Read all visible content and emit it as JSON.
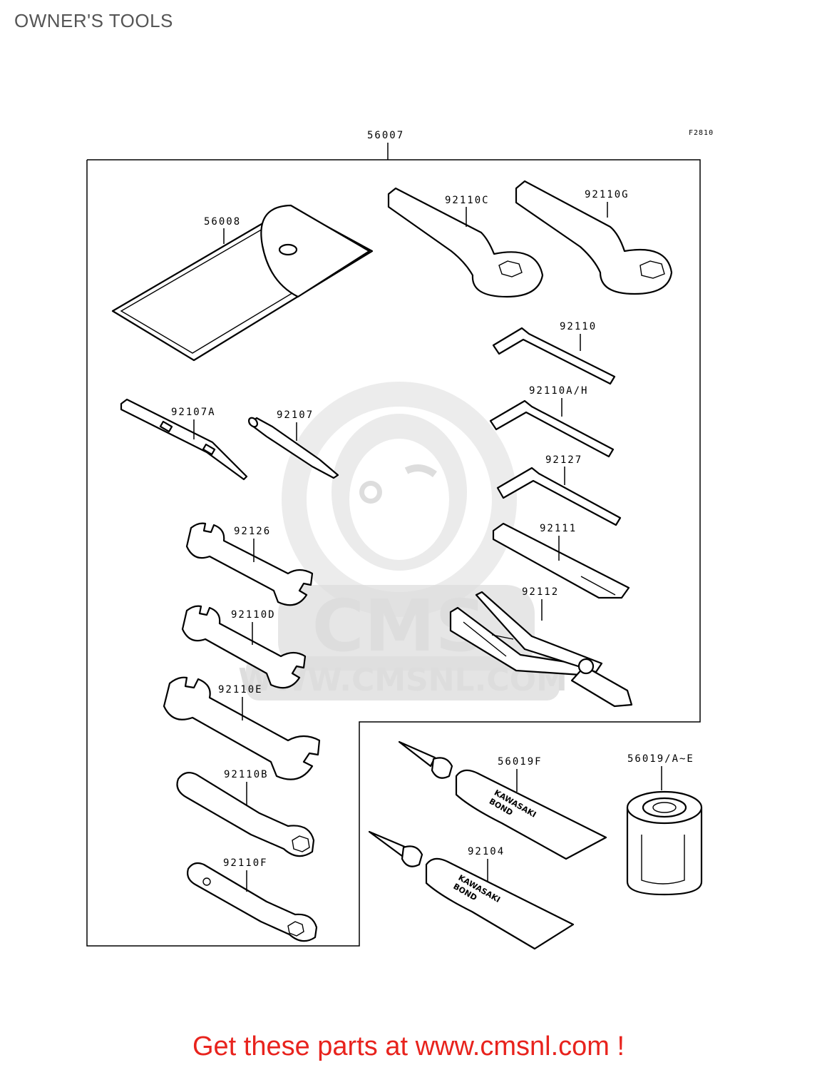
{
  "page": {
    "title": "OWNER'S TOOLS",
    "footer": "Get these parts at www.cmsnl.com !"
  },
  "diagram": {
    "figure_code": "F2810",
    "assembly_label": "56007",
    "parts": {
      "p56008": "56008",
      "p92110C": "92110C",
      "p92110G": "92110G",
      "p92110": "92110",
      "p92110AH": "92110A/H",
      "p92127": "92127",
      "p92111": "92111",
      "p92112": "92112",
      "p92107A": "92107A",
      "p92107": "92107",
      "p92126": "92126",
      "p92110D": "92110D",
      "p92110E": "92110E",
      "p92110B": "92110B",
      "p92110F": "92110F",
      "p56019F": "56019F",
      "p56019AE": "56019/A~E",
      "p92104": "92104"
    },
    "tube_print": [
      "KAWASAKI",
      "BOND"
    ],
    "watermark": {
      "logo_text": "CMS",
      "url_text": "WWW.CMSNL.COM"
    }
  },
  "colors": {
    "footer": "#e8231d",
    "title": "#555555",
    "watermark": "#dddddd"
  }
}
